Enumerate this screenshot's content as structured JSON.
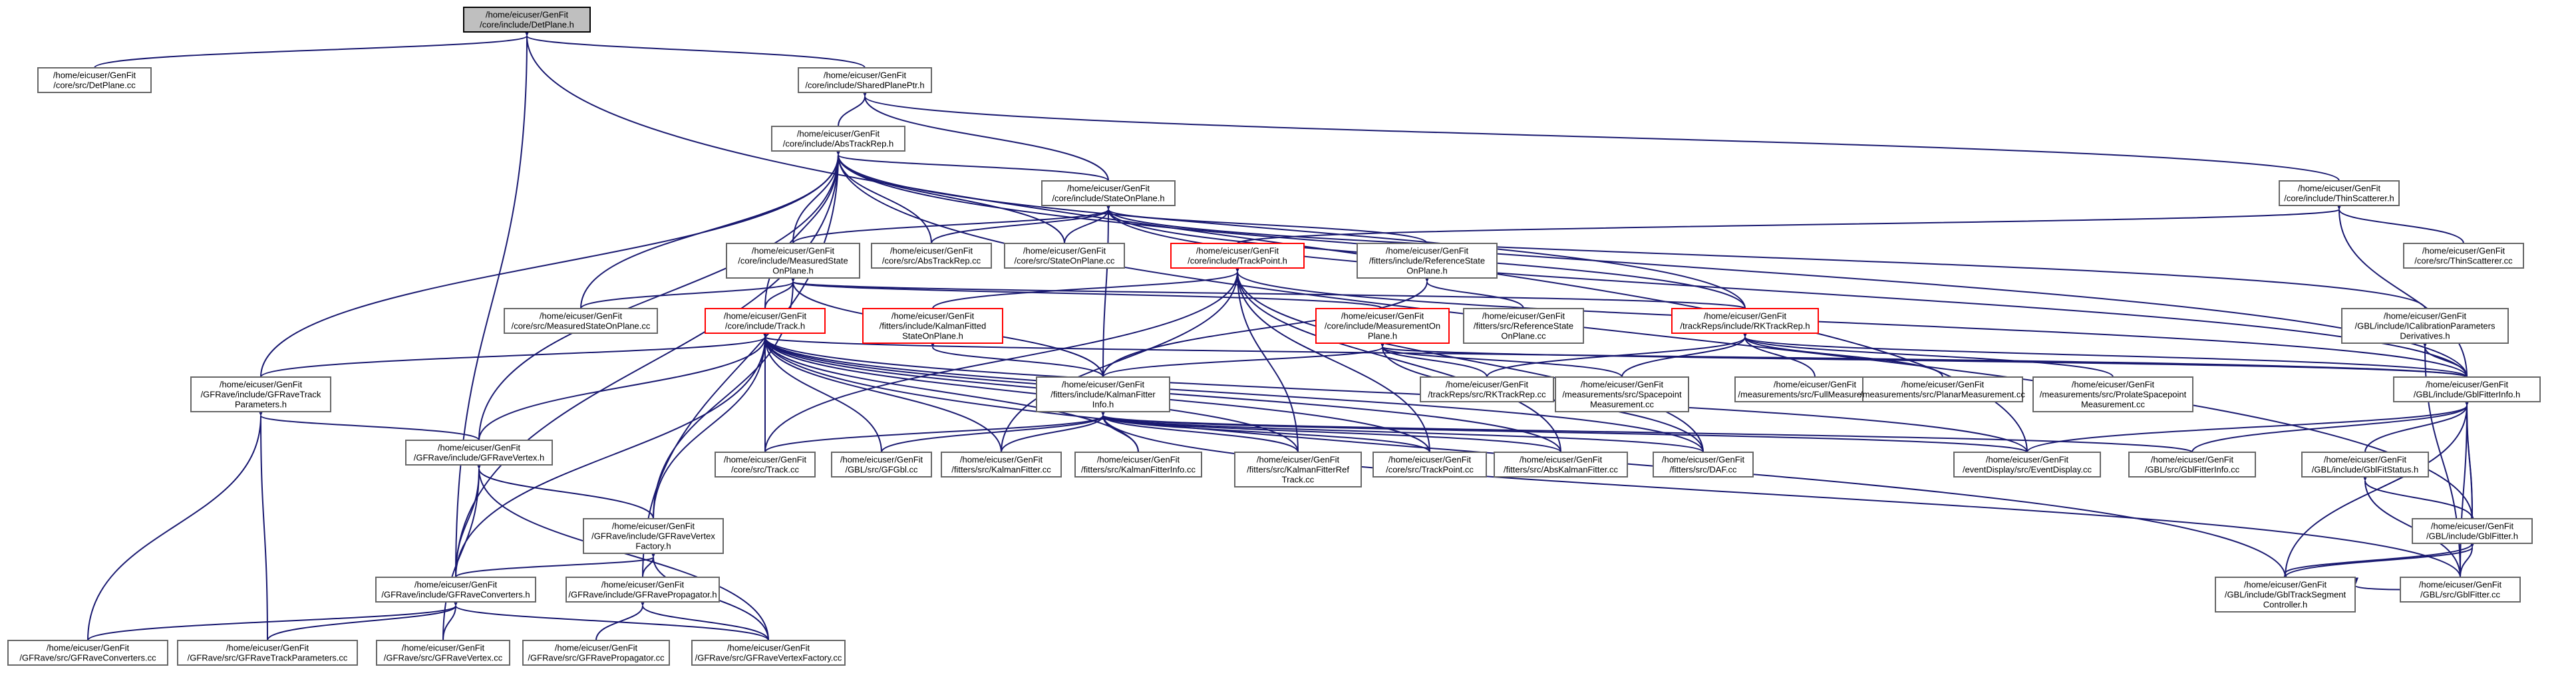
{
  "colors": {
    "edge": "#191970",
    "node_border": "#666666",
    "highlight_border": "#ff0000",
    "root_fill": "#bfbfbf"
  },
  "nodes": [
    {
      "id": "detplane_h",
      "lines": [
        "/home/eicuser/GenFit",
        "/core/include/DetPlane.h"
      ],
      "kind": "root"
    },
    {
      "id": "detplane_cc",
      "lines": [
        "/home/eicuser/GenFit",
        "/core/src/DetPlane.cc"
      ]
    },
    {
      "id": "sharedplaneptr_h",
      "lines": [
        "/home/eicuser/GenFit",
        "/core/include/SharedPlanePtr.h"
      ]
    },
    {
      "id": "abstrackrep_h",
      "lines": [
        "/home/eicuser/GenFit",
        "/core/include/AbsTrackRep.h"
      ]
    },
    {
      "id": "stateonplane_h",
      "lines": [
        "/home/eicuser/GenFit",
        "/core/include/StateOnPlane.h"
      ]
    },
    {
      "id": "thinscatterer_h",
      "lines": [
        "/home/eicuser/GenFit",
        "/core/include/ThinScatterer.h"
      ]
    },
    {
      "id": "thinscatterer_cc",
      "lines": [
        "/home/eicuser/GenFit",
        "/core/src/ThinScatterer.cc"
      ]
    },
    {
      "id": "measuredstate_h",
      "lines": [
        "/home/eicuser/GenFit",
        "/core/include/MeasuredState",
        "OnPlane.h"
      ]
    },
    {
      "id": "abstrackrep_cc",
      "lines": [
        "/home/eicuser/GenFit",
        "/core/src/AbsTrackRep.cc"
      ]
    },
    {
      "id": "stateonplane_cc",
      "lines": [
        "/home/eicuser/GenFit",
        "/core/src/StateOnPlane.cc"
      ]
    },
    {
      "id": "trackpoint_h",
      "lines": [
        "/home/eicuser/GenFit",
        "/core/include/TrackPoint.h"
      ],
      "kind": "red"
    },
    {
      "id": "refstate_h",
      "lines": [
        "/home/eicuser/GenFit",
        "/fitters/include/ReferenceState",
        "OnPlane.h"
      ]
    },
    {
      "id": "measuredstate_cc",
      "lines": [
        "/home/eicuser/GenFit",
        "/core/src/MeasuredStateOnPlane.cc"
      ]
    },
    {
      "id": "track_h",
      "lines": [
        "/home/eicuser/GenFit",
        "/core/include/Track.h"
      ],
      "kind": "red"
    },
    {
      "id": "kalmanfitted_h",
      "lines": [
        "/home/eicuser/GenFit",
        "/fitters/include/KalmanFitted",
        "StateOnPlane.h"
      ],
      "kind": "red"
    },
    {
      "id": "measurementon_h",
      "lines": [
        "/home/eicuser/GenFit",
        "/core/include/MeasurementOn",
        "Plane.h"
      ],
      "kind": "red"
    },
    {
      "id": "refstate_cc",
      "lines": [
        "/home/eicuser/GenFit",
        "/fitters/src/ReferenceState",
        "OnPlane.cc"
      ]
    },
    {
      "id": "rktrackrep_h",
      "lines": [
        "/home/eicuser/GenFit",
        "/trackReps/include/RKTrackRep.h"
      ],
      "kind": "red"
    },
    {
      "id": "icalib_h",
      "lines": [
        "/home/eicuser/GenFit",
        "/GBL/include/ICalibrationParameters",
        "Derivatives.h"
      ]
    },
    {
      "id": "gfravetrackparams_h",
      "lines": [
        "/home/eicuser/GenFit",
        "/GFRave/include/GFRaveTrack",
        "Parameters.h"
      ]
    },
    {
      "id": "kalmanfitterinfo_h",
      "lines": [
        "/home/eicuser/GenFit",
        "/fitters/include/KalmanFitter",
        "Info.h"
      ]
    },
    {
      "id": "rktrackrep_cc",
      "lines": [
        "/home/eicuser/GenFit",
        "/trackReps/src/RKTrackRep.cc"
      ]
    },
    {
      "id": "spacepoint_cc",
      "lines": [
        "/home/eicuser/GenFit",
        "/measurements/src/Spacepoint",
        "Measurement.cc"
      ]
    },
    {
      "id": "fullmeas_cc",
      "lines": [
        "/home/eicuser/GenFit",
        "/measurements/src/FullMeasurement.cc"
      ]
    },
    {
      "id": "planarmeas_cc",
      "lines": [
        "/home/eicuser/GenFit",
        "/measurements/src/PlanarMeasurement.cc"
      ]
    },
    {
      "id": "prolate_cc",
      "lines": [
        "/home/eicuser/GenFit",
        "/measurements/src/ProlateSpacepoint",
        "Measurement.cc"
      ]
    },
    {
      "id": "gblfitterinfo_h",
      "lines": [
        "/home/eicuser/GenFit",
        "/GBL/include/GblFitterInfo.h"
      ]
    },
    {
      "id": "gfravevertex_h",
      "lines": [
        "/home/eicuser/GenFit",
        "/GFRave/include/GFRaveVertex.h"
      ]
    },
    {
      "id": "track_cc",
      "lines": [
        "/home/eicuser/GenFit",
        "/core/src/Track.cc"
      ]
    },
    {
      "id": "gfgbl_cc",
      "lines": [
        "/home/eicuser/GenFit",
        "/GBL/src/GFGbl.cc"
      ]
    },
    {
      "id": "kalmanfitter_cc",
      "lines": [
        "/home/eicuser/GenFit",
        "/fitters/src/KalmanFitter.cc"
      ]
    },
    {
      "id": "kalmanfitterinfo_cc",
      "lines": [
        "/home/eicuser/GenFit",
        "/fitters/src/KalmanFitterInfo.cc"
      ]
    },
    {
      "id": "kalmanfitterref_cc",
      "lines": [
        "/home/eicuser/GenFit",
        "/fitters/src/KalmanFitterRef",
        "Track.cc"
      ]
    },
    {
      "id": "trackpoint_cc",
      "lines": [
        "/home/eicuser/GenFit",
        "/core/src/TrackPoint.cc"
      ]
    },
    {
      "id": "abskalman_cc",
      "lines": [
        "/home/eicuser/GenFit",
        "/fitters/src/AbsKalmanFitter.cc"
      ]
    },
    {
      "id": "daf_cc",
      "lines": [
        "/home/eicuser/GenFit",
        "/fitters/src/DAF.cc"
      ]
    },
    {
      "id": "eventdisplay_cc",
      "lines": [
        "/home/eicuser/GenFit",
        "/eventDisplay/src/EventDisplay.cc"
      ]
    },
    {
      "id": "gblfitterinfo_cc",
      "lines": [
        "/home/eicuser/GenFit",
        "/GBL/src/GblFitterInfo.cc"
      ]
    },
    {
      "id": "gblfitstatus_h",
      "lines": [
        "/home/eicuser/GenFit",
        "/GBL/include/GblFitStatus.h"
      ]
    },
    {
      "id": "vertexfactory_h",
      "lines": [
        "/home/eicuser/GenFit",
        "/GFRave/include/GFRaveVertex",
        "Factory.h"
      ]
    },
    {
      "id": "gblfitter_h",
      "lines": [
        "/home/eicuser/GenFit",
        "/GBL/include/GblFitter.h"
      ]
    },
    {
      "id": "converters_h",
      "lines": [
        "/home/eicuser/GenFit",
        "/GFRave/include/GFRaveConverters.h"
      ]
    },
    {
      "id": "propagator_h",
      "lines": [
        "/home/eicuser/GenFit",
        "/GFRave/include/GFRavePropagator.h"
      ]
    },
    {
      "id": "gbltrackseg_h",
      "lines": [
        "/home/eicuser/GenFit",
        "/GBL/include/GblTrackSegment",
        "Controller.h"
      ]
    },
    {
      "id": "gblfitter_cc",
      "lines": [
        "/home/eicuser/GenFit",
        "/GBL/src/GblFitter.cc"
      ]
    },
    {
      "id": "converters_cc",
      "lines": [
        "/home/eicuser/GenFit",
        "/GFRave/src/GFRaveConverters.cc"
      ]
    },
    {
      "id": "trackparams_cc",
      "lines": [
        "/home/eicuser/GenFit",
        "/GFRave/src/GFRaveTrackParameters.cc"
      ]
    },
    {
      "id": "gfravevertex_cc",
      "lines": [
        "/home/eicuser/GenFit",
        "/GFRave/src/GFRaveVertex.cc"
      ]
    },
    {
      "id": "propagator_cc",
      "lines": [
        "/home/eicuser/GenFit",
        "/GFRave/src/GFRavePropagator.cc"
      ]
    },
    {
      "id": "vertexfactory_cc",
      "lines": [
        "/home/eicuser/GenFit",
        "/GFRave/src/GFRaveVertexFactory.cc"
      ]
    }
  ]
}
